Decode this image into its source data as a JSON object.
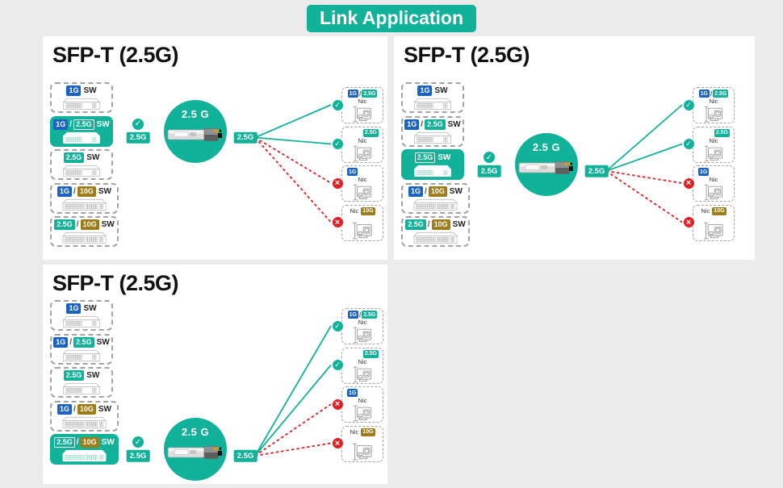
{
  "banner": {
    "label": "Link Application"
  },
  "icons": {
    "check": "✓",
    "cross": "×"
  },
  "colors": {
    "teal": "#12b199",
    "blue": "#1a63c5",
    "gold": "#9e7c19",
    "red": "#e01f26"
  },
  "panels": [
    {
      "title": "SFP-T (2.5G)",
      "highlight_index": 1,
      "switches": [
        {
          "parts": [
            {
              "text": "1G",
              "style": "blue"
            },
            {
              "text": "SW",
              "style": "sw"
            }
          ],
          "wide": false
        },
        {
          "parts": [
            {
              "text": "1G",
              "style": "blue"
            },
            {
              "text": "/",
              "style": "sep"
            },
            {
              "text": "2.5G",
              "style": "teal"
            },
            {
              "text": "SW",
              "style": "sw"
            }
          ],
          "wide": false
        },
        {
          "parts": [
            {
              "text": "2.5G",
              "style": "teal"
            },
            {
              "text": "SW",
              "style": "sw"
            }
          ],
          "wide": false
        },
        {
          "parts": [
            {
              "text": "1G",
              "style": "blue"
            },
            {
              "text": "/",
              "style": "sep"
            },
            {
              "text": "10G",
              "style": "gold"
            },
            {
              "text": "SW",
              "style": "sw"
            }
          ],
          "wide": true
        },
        {
          "parts": [
            {
              "text": "2.5G",
              "style": "teal"
            },
            {
              "text": "/",
              "style": "sep"
            },
            {
              "text": "10G",
              "style": "gold"
            },
            {
              "text": "SW",
              "style": "sw"
            }
          ],
          "wide": true
        }
      ],
      "uplink_check": "ok",
      "uplink_badge": "2.5G",
      "module_label": "2.5 G",
      "fanout_badge": "2.5G",
      "nics": [
        {
          "badge_parts": [
            {
              "text": "1G",
              "style": "blue"
            },
            {
              "text": "/",
              "style": "sep"
            },
            {
              "text": "2.5G",
              "style": "teal"
            }
          ],
          "label": "Nic",
          "layout": "center",
          "result": "ok"
        },
        {
          "badge_parts": [
            {
              "text": "2.5G",
              "style": "teal"
            }
          ],
          "label": "Nic",
          "layout": "right",
          "result": "ok"
        },
        {
          "badge_parts": [
            {
              "text": "1G",
              "style": "blue"
            }
          ],
          "label": "Nic",
          "layout": "left",
          "result": "fail"
        },
        {
          "badge_parts": [
            {
              "text": "10G",
              "style": "gold"
            }
          ],
          "label": "Nic",
          "layout": "inline",
          "result": "fail"
        }
      ]
    },
    {
      "title": "SFP-T (2.5G)",
      "highlight_index": 2,
      "switches": [
        {
          "parts": [
            {
              "text": "1G",
              "style": "blue"
            },
            {
              "text": "SW",
              "style": "sw"
            }
          ],
          "wide": false
        },
        {
          "parts": [
            {
              "text": "1G",
              "style": "blue"
            },
            {
              "text": "/",
              "style": "sep"
            },
            {
              "text": "2.5G",
              "style": "teal"
            },
            {
              "text": "SW",
              "style": "sw"
            }
          ],
          "wide": false
        },
        {
          "parts": [
            {
              "text": "2.5G",
              "style": "teal"
            },
            {
              "text": "SW",
              "style": "sw"
            }
          ],
          "wide": false
        },
        {
          "parts": [
            {
              "text": "1G",
              "style": "blue"
            },
            {
              "text": "/",
              "style": "sep"
            },
            {
              "text": "10G",
              "style": "gold"
            },
            {
              "text": "SW",
              "style": "sw"
            }
          ],
          "wide": true
        },
        {
          "parts": [
            {
              "text": "2.5G",
              "style": "teal"
            },
            {
              "text": "/",
              "style": "sep"
            },
            {
              "text": "10G",
              "style": "gold"
            },
            {
              "text": "SW",
              "style": "sw"
            }
          ],
          "wide": true
        }
      ],
      "uplink_check": "ok",
      "uplink_badge": "2.5G",
      "module_label": "2.5 G",
      "fanout_badge": "2.5G",
      "nics": [
        {
          "badge_parts": [
            {
              "text": "1G",
              "style": "blue"
            },
            {
              "text": "/",
              "style": "sep"
            },
            {
              "text": "2.5G",
              "style": "teal"
            }
          ],
          "label": "Nic",
          "layout": "center",
          "result": "ok"
        },
        {
          "badge_parts": [
            {
              "text": "2.5G",
              "style": "teal"
            }
          ],
          "label": "Nic",
          "layout": "right",
          "result": "ok"
        },
        {
          "badge_parts": [
            {
              "text": "1G",
              "style": "blue"
            }
          ],
          "label": "Nic",
          "layout": "left",
          "result": "fail"
        },
        {
          "badge_parts": [
            {
              "text": "10G",
              "style": "gold"
            }
          ],
          "label": "Nic",
          "layout": "inline",
          "result": "fail"
        }
      ]
    },
    {
      "title": "SFP-T (2.5G)",
      "highlight_index": 4,
      "switches": [
        {
          "parts": [
            {
              "text": "1G",
              "style": "blue"
            },
            {
              "text": "SW",
              "style": "sw"
            }
          ],
          "wide": false
        },
        {
          "parts": [
            {
              "text": "1G",
              "style": "blue"
            },
            {
              "text": "/",
              "style": "sep"
            },
            {
              "text": "2.5G",
              "style": "teal"
            },
            {
              "text": "SW",
              "style": "sw"
            }
          ],
          "wide": false
        },
        {
          "parts": [
            {
              "text": "2.5G",
              "style": "teal"
            },
            {
              "text": "SW",
              "style": "sw"
            }
          ],
          "wide": false
        },
        {
          "parts": [
            {
              "text": "1G",
              "style": "blue"
            },
            {
              "text": "/",
              "style": "sep"
            },
            {
              "text": "10G",
              "style": "gold"
            },
            {
              "text": "SW",
              "style": "sw"
            }
          ],
          "wide": true
        },
        {
          "parts": [
            {
              "text": "2.5G",
              "style": "teal"
            },
            {
              "text": "/",
              "style": "sep"
            },
            {
              "text": "10G",
              "style": "gold"
            },
            {
              "text": "SW",
              "style": "sw"
            }
          ],
          "wide": true
        }
      ],
      "uplink_check": "ok",
      "uplink_badge": "2.5G",
      "module_label": "2.5 G",
      "fanout_badge": "2.5G",
      "nics": [
        {
          "badge_parts": [
            {
              "text": "1G",
              "style": "blue"
            },
            {
              "text": "/",
              "style": "sep"
            },
            {
              "text": "2.5G",
              "style": "teal"
            }
          ],
          "label": "Nic",
          "layout": "center",
          "result": "ok"
        },
        {
          "badge_parts": [
            {
              "text": "2.5G",
              "style": "teal"
            }
          ],
          "label": "Nic",
          "layout": "right",
          "result": "ok"
        },
        {
          "badge_parts": [
            {
              "text": "1G",
              "style": "blue"
            }
          ],
          "label": "Nic",
          "layout": "left",
          "result": "fail"
        },
        {
          "badge_parts": [
            {
              "text": "10G",
              "style": "gold"
            }
          ],
          "label": "Nic",
          "layout": "inline",
          "result": "fail"
        }
      ]
    }
  ]
}
